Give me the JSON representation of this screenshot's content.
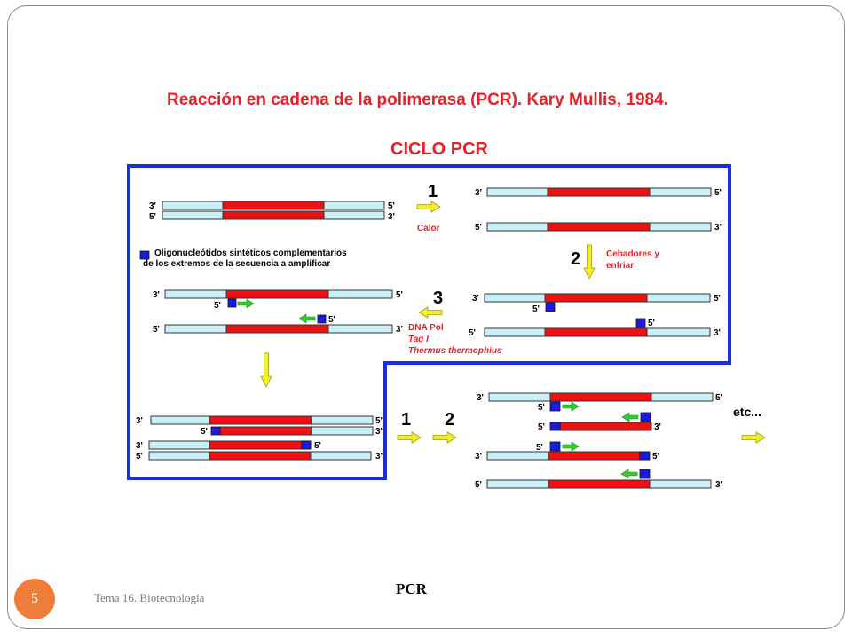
{
  "slide": {
    "title": "Reacción en cadena de la polimerasa (PCR). Kary Mullis, 1984.",
    "subtitle": "CICLO PCR",
    "footer_left": "Tema 16. Biotecnología",
    "footer_center": "PCR",
    "page_number": "5"
  },
  "diagram": {
    "step1_number": "1",
    "step1_label": "Calor",
    "step2_number": "2",
    "step2_label_line1": "Cebadores y",
    "step2_label_line2": "enfriar",
    "step3_number": "3",
    "step3_label_line1": "DNA Pol",
    "step3_label_line2": "Taq I",
    "step3_label_line3": "Thermus thermophius",
    "legend_line1": "Oligonucleótidos sintéticos complementarios",
    "legend_line2": "de los extremos de la secuencia a amplificar",
    "repeat_step1": "1",
    "repeat_step2": "2",
    "etc_label": "etc...",
    "end_3prime": "3'",
    "end_5prime": "5'"
  },
  "colors": {
    "box_border": "#1a2ee0",
    "strand": "#c8f0f8",
    "target": "#ee1111",
    "primer": "#1a1ae0",
    "arrow_yellow": "#f2ee2a",
    "arrow_green": "#33cc33",
    "title_red": "#e8202a",
    "badge": "#ee7d3a"
  }
}
